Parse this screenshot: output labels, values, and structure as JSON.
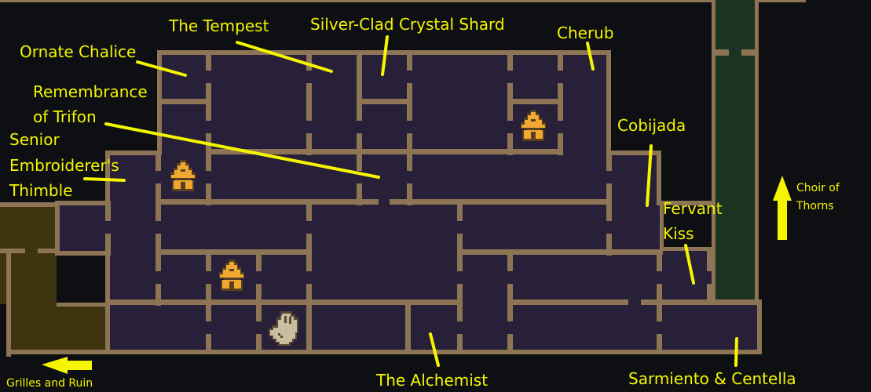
{
  "map": {
    "colors": {
      "background": "#0d0f13",
      "room_fill": "#282038",
      "wall": "#8c7455",
      "adjacent_area_olive": "#3f3410",
      "adjacent_area_green": "#1b3320",
      "label": "#f5f500",
      "shrine": "#f0a830",
      "hand": "#c8bea0"
    },
    "labels": [
      {
        "id": "ornate-chalice",
        "text": "Ornate Chalice"
      },
      {
        "id": "the-tempest",
        "text": "The Tempest"
      },
      {
        "id": "silver-clad-crystal-shard",
        "text": "Silver-Clad Crystal Shard"
      },
      {
        "id": "cherub",
        "text": "Cherub"
      },
      {
        "id": "remembrance-line1",
        "text": "Remembrance"
      },
      {
        "id": "remembrance-line2",
        "text": "of Trifon"
      },
      {
        "id": "senior-line1",
        "text": "Senior"
      },
      {
        "id": "senior-line2",
        "text": "Embroiderer's"
      },
      {
        "id": "senior-line3",
        "text": "Thimble"
      },
      {
        "id": "cobijada",
        "text": "Cobijada"
      },
      {
        "id": "fervant-line1",
        "text": "Fervant"
      },
      {
        "id": "fervant-line2",
        "text": "Kiss"
      },
      {
        "id": "the-alchemist",
        "text": "The Alchemist"
      },
      {
        "id": "sarmiento-centella",
        "text": "Sarmiento & Centella"
      }
    ],
    "exits": [
      {
        "id": "choir-of-thorns",
        "line1": "Choir of",
        "line2": "Thorns",
        "direction": "up"
      },
      {
        "id": "grilles-and-ruin",
        "text": "Grilles and Ruin",
        "direction": "left"
      }
    ],
    "icons": [
      {
        "id": "prie-dieu-1",
        "name": "prie-dieu-shrine-icon"
      },
      {
        "id": "prie-dieu-2",
        "name": "prie-dieu-shrine-icon"
      },
      {
        "id": "prie-dieu-3",
        "name": "prie-dieu-shrine-icon"
      },
      {
        "id": "player-hand",
        "name": "hand-marker-icon"
      }
    ]
  }
}
